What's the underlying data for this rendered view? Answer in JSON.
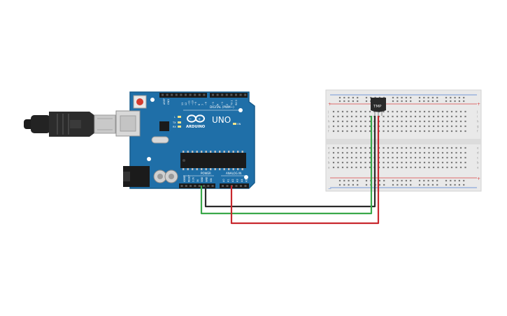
{
  "arduino": {
    "brand": "ARDUINO",
    "model": "UNO",
    "digital_label": "DIGITAL (PWM~)",
    "power_label": "POWER",
    "analog_label": "ANALOG IN",
    "aref": "AREF",
    "gnd": "GND",
    "ioref": "IOREF",
    "reset": "RESET",
    "v33": "3.3V",
    "v5": "5V",
    "vin": "VIN",
    "led_l": "L",
    "led_tx": "TX",
    "led_rx": "RX",
    "led_on": "ON",
    "digital_pins": [
      "13",
      "12",
      "~11",
      "~10",
      "~9",
      "8",
      "7",
      "~6",
      "~5",
      "4",
      "~3",
      "2",
      "TX 1",
      "RX 0"
    ],
    "analog_pins": [
      "A0",
      "A1",
      "A2",
      "A3",
      "A4",
      "A5"
    ]
  },
  "sensor": {
    "label": "TMP"
  },
  "breadboard": {
    "row_letters_top": [
      "j",
      "i",
      "h",
      "g",
      "f"
    ],
    "row_letters_bottom": [
      "e",
      "d",
      "c",
      "b",
      "a"
    ],
    "plus": "+",
    "minus": "−",
    "column_count": 30
  },
  "colors": {
    "board": "#1f6fa8",
    "board_edge": "#175c8c",
    "wire_black": "#2b2b2b",
    "wire_green": "#3aa84a",
    "wire_red": "#c8282e",
    "breadboard": "#e9e9e9",
    "rail_red": "#d94343",
    "rail_blue": "#4a7bd0"
  }
}
